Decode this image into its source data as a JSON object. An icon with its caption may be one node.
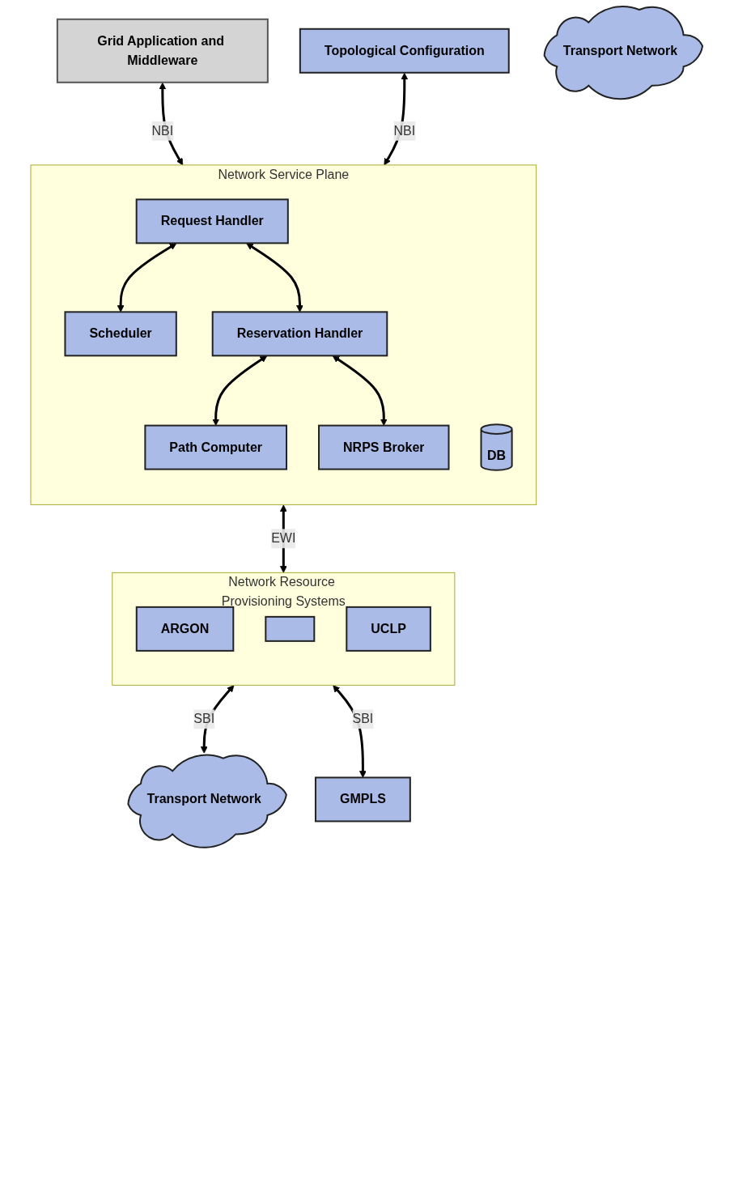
{
  "diagram": {
    "nodes": [
      {
        "text": [
          "Grid Application and Middleware"
        ]
      },
      {
        "text": [
          "Topological Configuration"
        ]
      },
      {
        "text": [
          "Network Service Plane"
        ]
      },
      {
        "text": [
          "Request Handler"
        ],
        "in": 2
      },
      {
        "text": [
          "Scheduler"
        ],
        "in": 2
      },
      {
        "text": [
          "Reservation Handler"
        ],
        "in": 2
      },
      {
        "text": [
          "Path Computer"
        ],
        "in": 2
      },
      {
        "text": [
          "NRPS Broker"
        ],
        "in": 2
      },
      {
        "text": [
          "DB"
        ],
        "in": 2
      },
      {
        "text": [
          "Network Resource Provisioning Systems"
        ]
      },
      {
        "text": [
          "ARGON"
        ],
        "in": 9
      },
      {
        "text": [],
        "shape": "box",
        "in": 9
      },
      {
        "text": [
          "UCLP"
        ],
        "in": 9
      },
      {
        "text": [
          "Transport Network"
        ]
      },
      {
        "text": [
          "GMPLS"
        ]
      },
      {
        "text": [
          "Transport Network"
        ]
      }
    ],
    "edges": [
      {
        "from": 0,
        "to": 2,
        "arrow": "both",
        "label": "NBI"
      },
      {
        "from": 1,
        "to": 2,
        "arrow": "both",
        "label": "NBI"
      },
      {
        "from": 3,
        "to": 4,
        "arrow": "both"
      },
      {
        "from": 3,
        "to": 5,
        "arrow": "both"
      },
      {
        "from": 5,
        "to": 6,
        "arrow": "both"
      },
      {
        "from": 5,
        "to": 7,
        "arrow": "both"
      },
      {
        "from": 2,
        "to": 9,
        "arrow": "both",
        "label": "EWI"
      },
      {
        "from": 9,
        "to": 13,
        "arrow": "both",
        "label": "SBI"
      },
      {
        "from": 9,
        "to": 14,
        "arrow": "both",
        "label": "SBI"
      }
    ]
  }
}
